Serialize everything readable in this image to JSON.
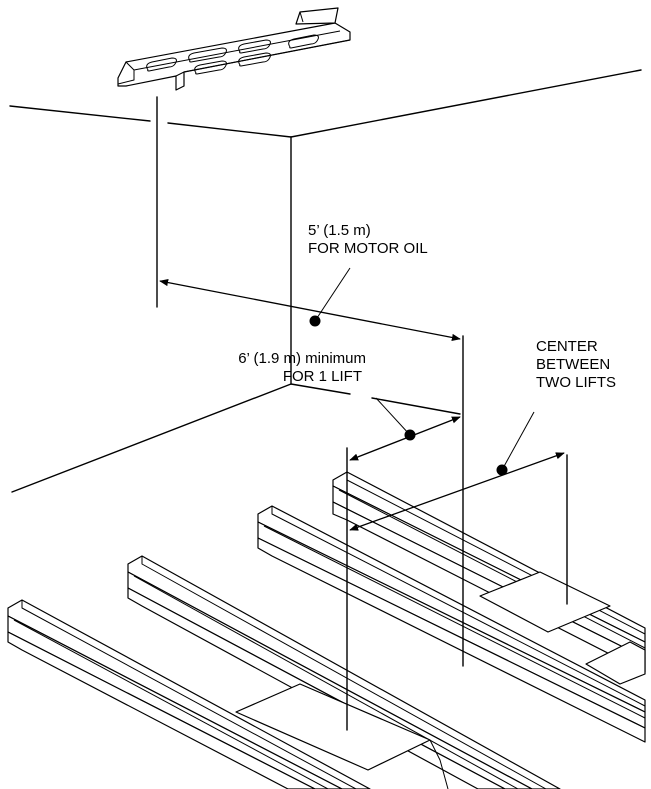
{
  "labels": {
    "motor_oil_line1": "5’ (1.5 m)",
    "motor_oil_line2": "FOR MOTOR OIL",
    "one_lift_line1": "6’ (1.9 m) minimum",
    "one_lift_line2": "FOR 1 LIFT",
    "two_lifts_line1": "CENTER",
    "two_lifts_line2": "BETWEEN",
    "two_lifts_line3": "TWO LIFTS"
  },
  "icons": [
    "ceiling-hose-reel-bracket-icon",
    "lift-runway-rail-icon",
    "callout-dot-icon",
    "arrowhead-icon"
  ]
}
